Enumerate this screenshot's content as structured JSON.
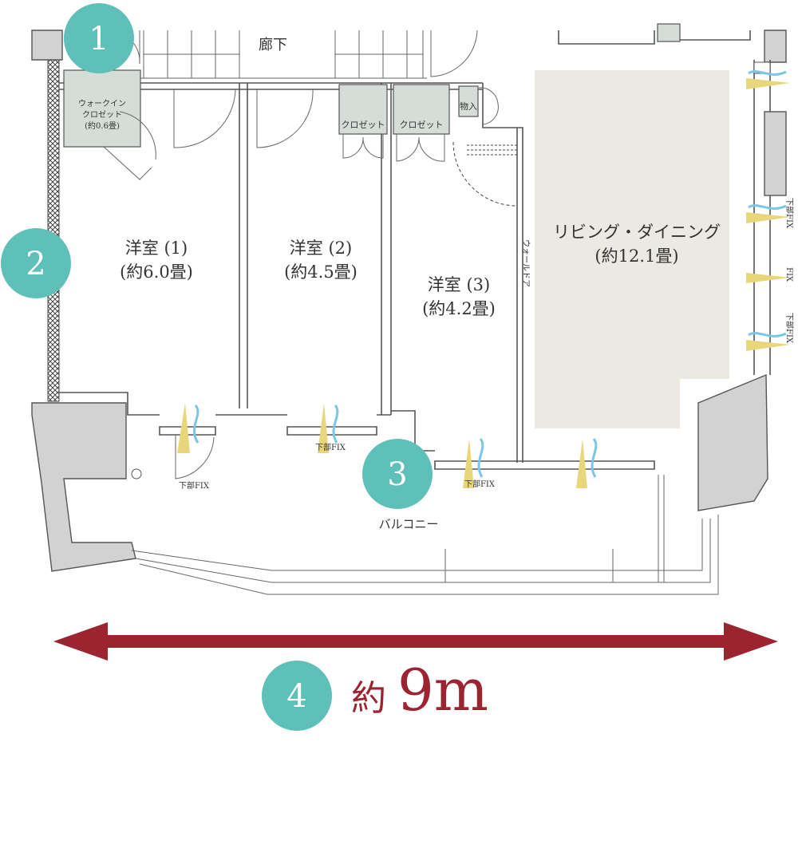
{
  "rooms": {
    "corridor": "廊下",
    "walk_in_closet": [
      "ウォークイン",
      "クロゼット",
      "(約0.6畳)"
    ],
    "western_room_1": [
      "洋室 (1)",
      "(約6.0畳)"
    ],
    "western_room_2": [
      "洋室 (2)",
      "(約4.5畳)"
    ],
    "western_room_3": [
      "洋室 (3)",
      "(約4.2畳)"
    ],
    "living_dining": [
      "リビング・ダイニング",
      "(約12.1畳)"
    ],
    "closet_1": "クロゼット",
    "closet_2": "クロゼット",
    "storage": "物入",
    "wall_door": "ウォールドア",
    "balcony": "バルコニー"
  },
  "fix_labels": {
    "lower_fix_1": "下部FIX",
    "lower_fix_2": "下部FIX",
    "lower_fix_3": "下部FIX",
    "right_lower_fix_top": "下部FIX",
    "right_fix": "FIX",
    "right_lower_fix_bottom": "下部FIX"
  },
  "markers": [
    "1",
    "2",
    "3",
    "4"
  ],
  "dimension": {
    "prefix": "約",
    "value": "9m"
  },
  "colors": {
    "marker": "#5fbfb9",
    "arrow": "#9b2430",
    "dimension_text": "#9b2430",
    "living_fill": "#ece9e3",
    "wind_yellow": "#e7d67a",
    "wind_blue": "#7cc4e8"
  }
}
